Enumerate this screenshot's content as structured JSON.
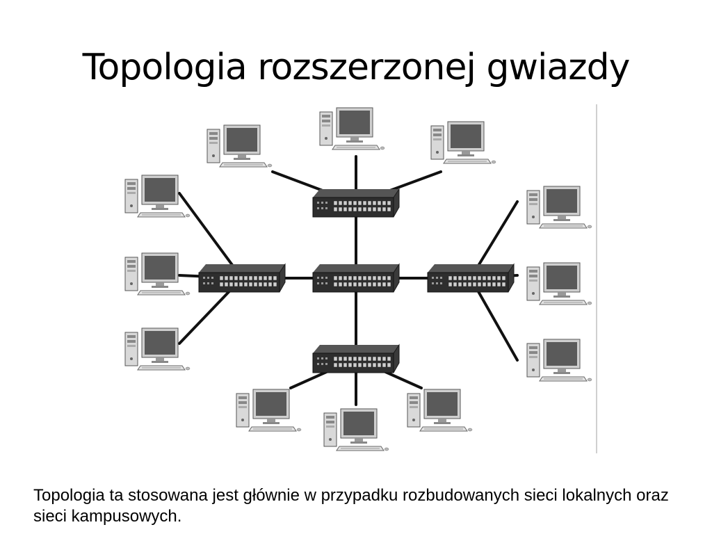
{
  "slide": {
    "title": "Topologia rozszerzonej gwiazdy",
    "caption": "Topologia ta stosowana jest głównie w przypadku rozbudowanych sieci lokalnych oraz sieci kampusowych."
  },
  "diagram": {
    "nodes": [
      {
        "id": "switch-center",
        "kind": "switch"
      },
      {
        "id": "switch-top",
        "kind": "switch"
      },
      {
        "id": "switch-left",
        "kind": "switch"
      },
      {
        "id": "switch-right",
        "kind": "switch"
      },
      {
        "id": "switch-bottom",
        "kind": "switch"
      },
      {
        "id": "pc-top-left",
        "kind": "computer"
      },
      {
        "id": "pc-top-middle",
        "kind": "computer"
      },
      {
        "id": "pc-top-right",
        "kind": "computer"
      },
      {
        "id": "pc-left-top",
        "kind": "computer"
      },
      {
        "id": "pc-left-middle",
        "kind": "computer"
      },
      {
        "id": "pc-left-bottom",
        "kind": "computer"
      },
      {
        "id": "pc-right-top",
        "kind": "computer"
      },
      {
        "id": "pc-right-middle",
        "kind": "computer"
      },
      {
        "id": "pc-right-bottom",
        "kind": "computer"
      },
      {
        "id": "pc-bottom-left",
        "kind": "computer"
      },
      {
        "id": "pc-bottom-middle",
        "kind": "computer"
      },
      {
        "id": "pc-bottom-right",
        "kind": "computer"
      }
    ],
    "edges": [
      [
        "switch-center",
        "switch-top"
      ],
      [
        "switch-center",
        "switch-left"
      ],
      [
        "switch-center",
        "switch-right"
      ],
      [
        "switch-center",
        "switch-bottom"
      ],
      [
        "switch-top",
        "pc-top-left"
      ],
      [
        "switch-top",
        "pc-top-middle"
      ],
      [
        "switch-top",
        "pc-top-right"
      ],
      [
        "switch-left",
        "pc-left-top"
      ],
      [
        "switch-left",
        "pc-left-middle"
      ],
      [
        "switch-left",
        "pc-left-bottom"
      ],
      [
        "switch-right",
        "pc-right-top"
      ],
      [
        "switch-right",
        "pc-right-middle"
      ],
      [
        "switch-right",
        "pc-right-bottom"
      ],
      [
        "switch-bottom",
        "pc-bottom-left"
      ],
      [
        "switch-bottom",
        "pc-bottom-middle"
      ],
      [
        "switch-bottom",
        "pc-bottom-right"
      ]
    ],
    "colors": {
      "cable": "#111111",
      "switch_body": "#3a3a3a",
      "monitor_screen": "#5a5a5a",
      "case": "#d9d9d9"
    }
  }
}
